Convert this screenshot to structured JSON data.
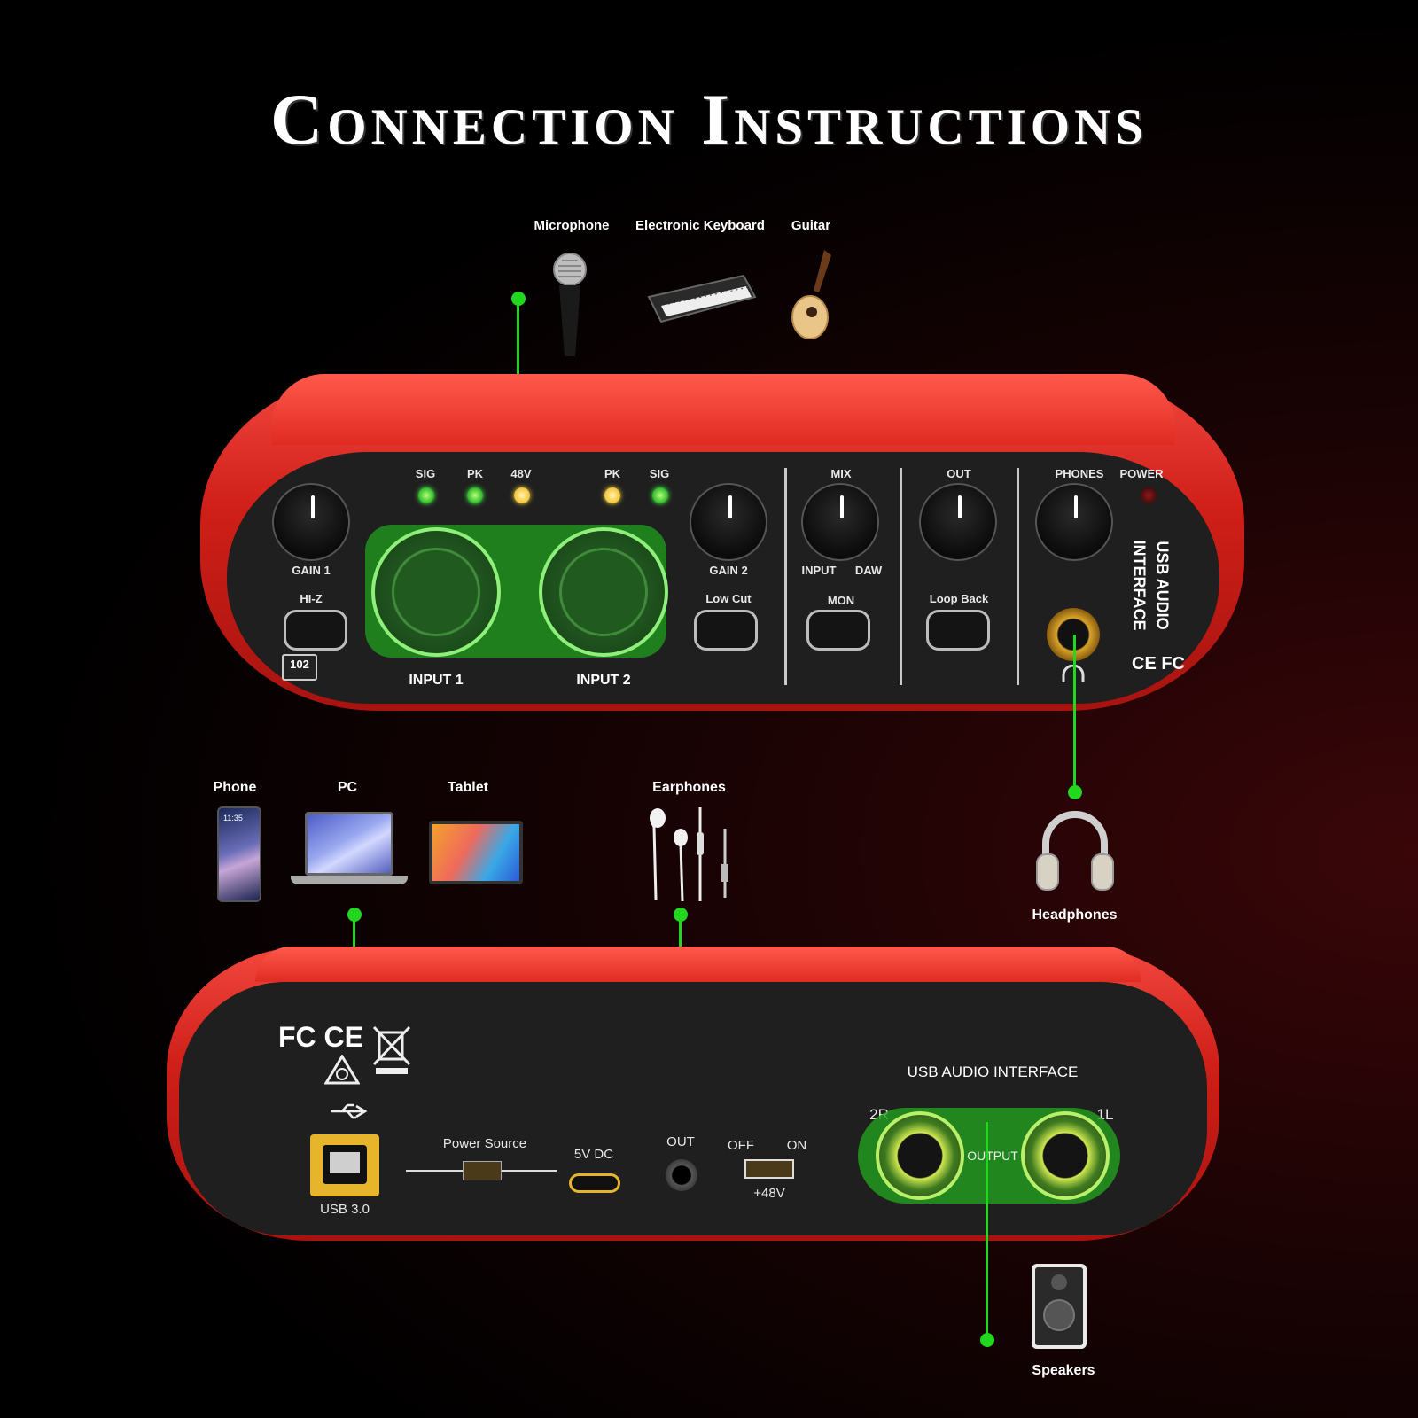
{
  "title": "Connection Instructions",
  "top_devices": {
    "microphone": "Microphone",
    "keyboard": "Electronic Keyboard",
    "guitar": "Guitar"
  },
  "front_panel": {
    "gain1": "GAIN 1",
    "hiz": "HI-Z",
    "sig_left": "SIG",
    "pk_left": "PK",
    "phantom": "48V",
    "pk_right": "PK",
    "sig_right": "SIG",
    "input1": "INPUT 1",
    "input2": "INPUT 2",
    "gain2": "GAIN 2",
    "low_cut": "Low Cut",
    "mix": "MIX",
    "mix_input": "INPUT",
    "mix_daw": "DAW",
    "mon": "MON",
    "out": "OUT",
    "loop_back": "Loop Back",
    "phones": "PHONES",
    "power": "POWER",
    "brand_line1": "USB AUDIO",
    "brand_line2": "INTERFACE",
    "model": "102",
    "cert": "CE FC"
  },
  "headphones": "Headphones",
  "bottom_devices": {
    "phone": "Phone",
    "phone_time": "11:35",
    "pc": "PC",
    "tablet": "Tablet",
    "earphones": "Earphones"
  },
  "rear_panel": {
    "cert": "FC CE",
    "usb": "USB 3.0",
    "power_source": "Power Source",
    "dc": "5V DC",
    "out": "OUT",
    "off": "OFF",
    "on": "ON",
    "phantom": "+48V",
    "brand": "USB AUDIO INTERFACE",
    "ch_2r": "2R",
    "ch_1l": "1L",
    "output": "OUTPUT"
  },
  "speakers": "Speakers",
  "colors": {
    "accent_green": "#22d81e",
    "chassis_red": "#cf1f18",
    "panel_black": "#1f1f1f"
  }
}
